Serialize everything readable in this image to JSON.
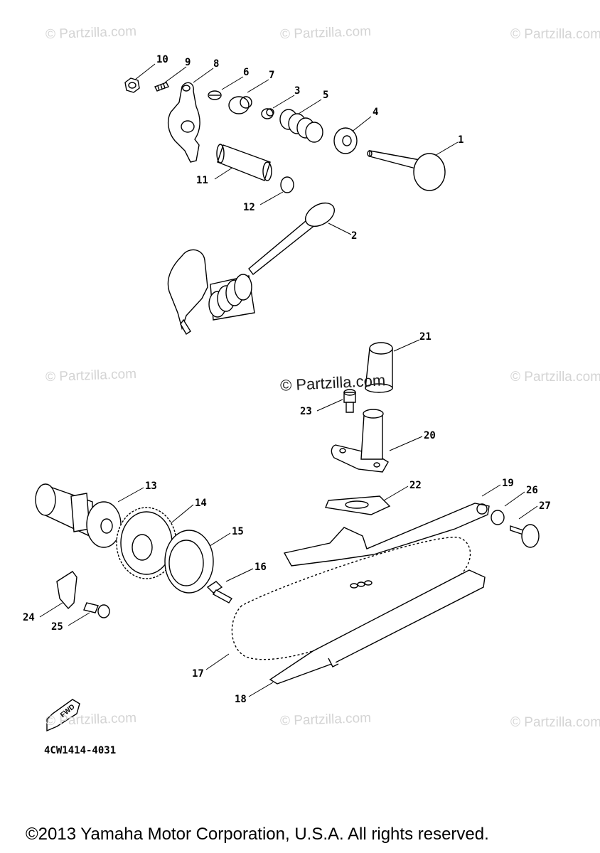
{
  "watermark": "© Partzilla.com",
  "center_watermark": "© Partzilla.com",
  "part_code": "4CW1414-4031",
  "fwd_label": "FWD",
  "copyright": "©2013 Yamaha Motor Corporation, U.S.A. All rights reserved.",
  "callouts": [
    "10",
    "9",
    "8",
    "6",
    "7",
    "3",
    "5",
    "4",
    "1",
    "11",
    "12",
    "2",
    "21",
    "23",
    "20",
    "22",
    "19",
    "26",
    "27",
    "13",
    "14",
    "15",
    "16",
    "24",
    "25",
    "17",
    "18"
  ]
}
